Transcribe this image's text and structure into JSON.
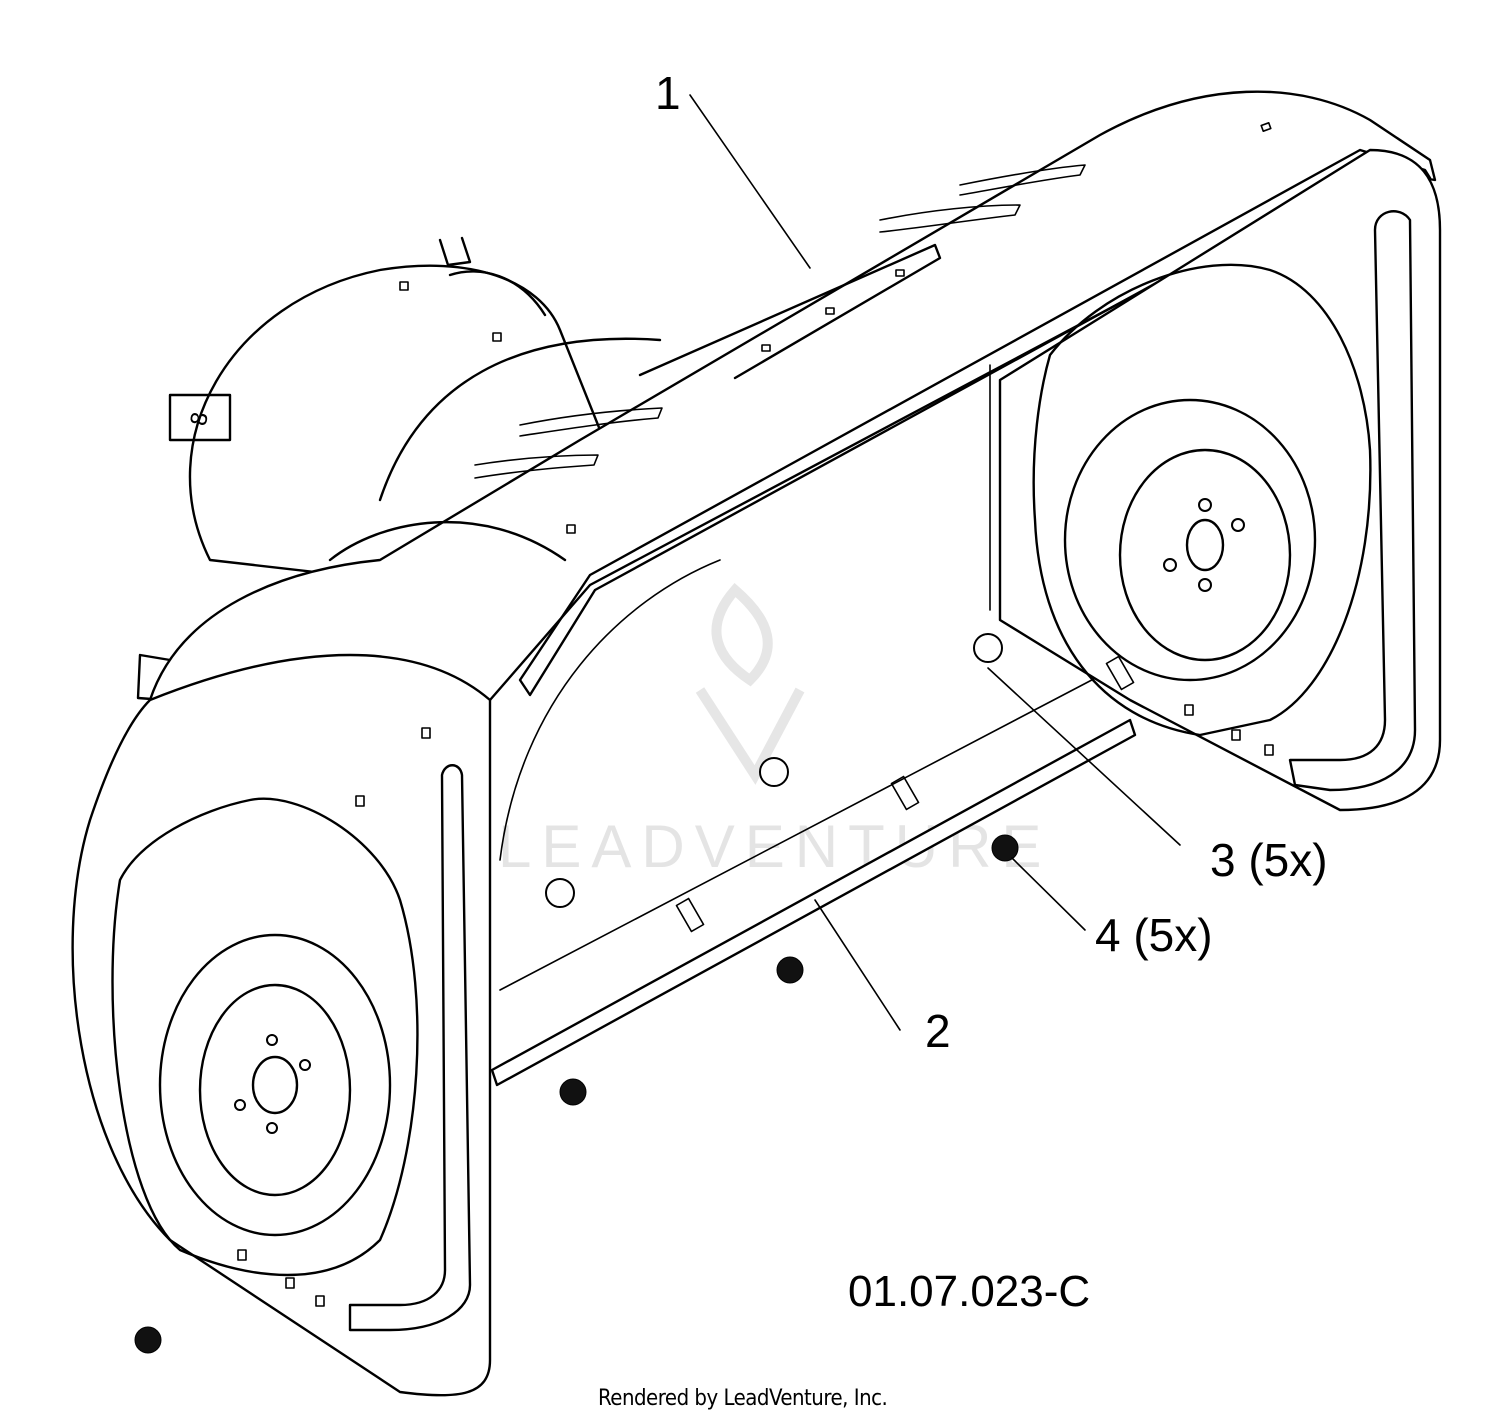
{
  "callouts": [
    {
      "id": "1",
      "text": "1"
    },
    {
      "id": "2",
      "text": "2"
    },
    {
      "id": "3",
      "text": "3 (5x)"
    },
    {
      "id": "4",
      "text": "4 (5x)"
    }
  ],
  "drawing_number": "01.07.023-C",
  "watermark": "LEADVENTURE",
  "footer": "Rendered by LeadVenture, Inc.",
  "colors": {
    "line": "#000000",
    "background": "#ffffff",
    "watermark": "#e4e4e4"
  }
}
